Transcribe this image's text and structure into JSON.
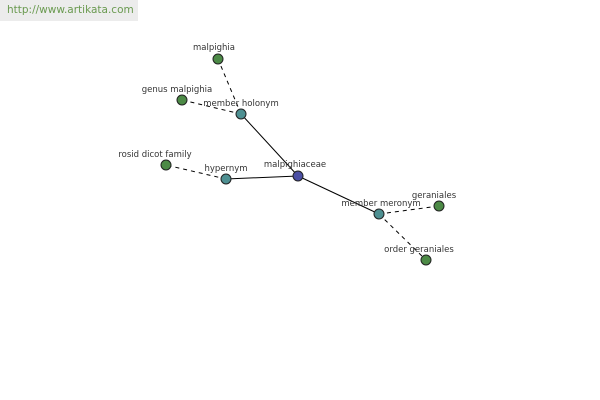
{
  "watermark": "http://www.artikata.com",
  "colors": {
    "center_node": "#4b4fa4",
    "relation_node": "#4e9092",
    "leaf_node": "#4c8a46",
    "edge": "#000000",
    "background": "#ffffff"
  },
  "graph": {
    "center": {
      "id": "malpighiaceae",
      "label": "malpighiaceae"
    },
    "relations": [
      {
        "id": "member_holonym",
        "label": "member holonym"
      },
      {
        "id": "hypernym",
        "label": "hypernym"
      },
      {
        "id": "member_meronym",
        "label": "member meronym"
      }
    ],
    "leaves": [
      {
        "id": "malpighia",
        "label": "malpighia",
        "relation": "member_holonym"
      },
      {
        "id": "genus_malpighia",
        "label": "genus malpighia",
        "relation": "member_holonym"
      },
      {
        "id": "rosid_dicot_family",
        "label": "rosid dicot family",
        "relation": "hypernym"
      },
      {
        "id": "geraniales",
        "label": "geraniales",
        "relation": "member_meronym"
      },
      {
        "id": "order_geraniales",
        "label": "order geraniales",
        "relation": "member_meronym"
      }
    ]
  }
}
